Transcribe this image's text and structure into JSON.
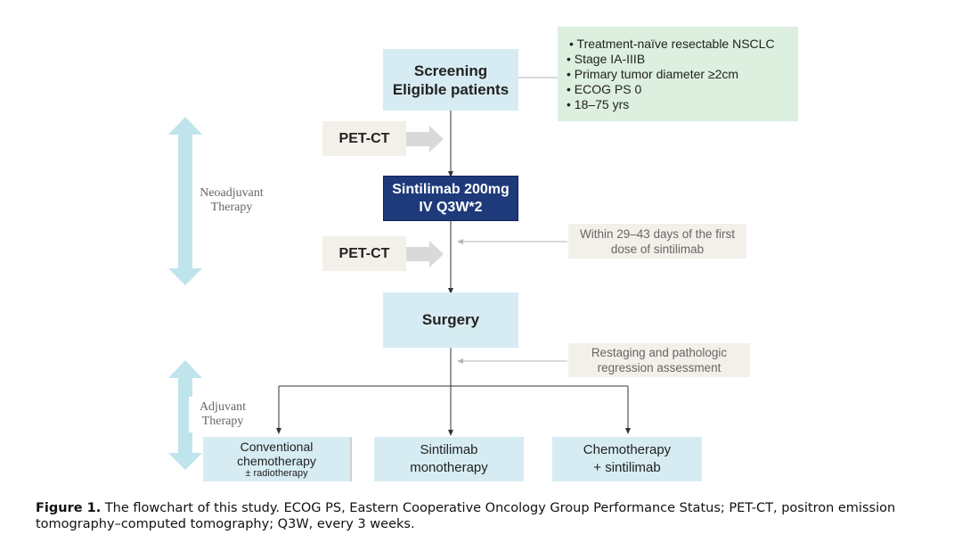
{
  "boxes": {
    "screening_line1": "Screening",
    "screening_line2": "Eligible patients",
    "petct_1": "PET-CT",
    "petct_2": "PET-CT",
    "sintilimab_line1": "Sintilimab 200mg",
    "sintilimab_line2": "IV Q3W*2",
    "surgery": "Surgery",
    "conventional_line1": "Conventional",
    "conventional_line2": "chemotherapy",
    "conventional_line3": "± radiotherapy",
    "mono_line1": "Sintilimab",
    "mono_line2": "monotherapy",
    "chemo_line1": "Chemotherapy",
    "chemo_line2": "+ sintilimab"
  },
  "criteria": [
    "• Treatment-naïve resectable NSCLC",
    "• Stage IA-IIIB",
    "• Primary tumor diameter ≥2cm",
    "• ECOG PS 0",
    "• 18–75 yrs"
  ],
  "notes": {
    "timing_line1": "Within 29–43 days of the first",
    "timing_line2": "dose of sintilimab",
    "restaging_line1": "Restaging and pathologic",
    "restaging_line2": "regression assessment"
  },
  "phases": {
    "neoadjuvant_line1": "Neoadjuvant",
    "neoadjuvant_line2": "Therapy",
    "adjuvant_line1": "Adjuvant",
    "adjuvant_line2": "Therapy"
  },
  "caption": {
    "label": "Figure 1.",
    "text": " The flowchart of this study. ECOG PS, Eastern Cooperative Oncology Group Performance Status; PET-CT, positron emission tomography–computed tomography; Q3W, every 3 weeks."
  },
  "colors": {
    "light_blue": "#d6ecf2",
    "beige": "#f3f0ea",
    "green": "#ddefdf",
    "navy": "#1e3a7a",
    "phase_arrow": "#bfe4ec",
    "grey_arrow": "#d9d9d9"
  }
}
